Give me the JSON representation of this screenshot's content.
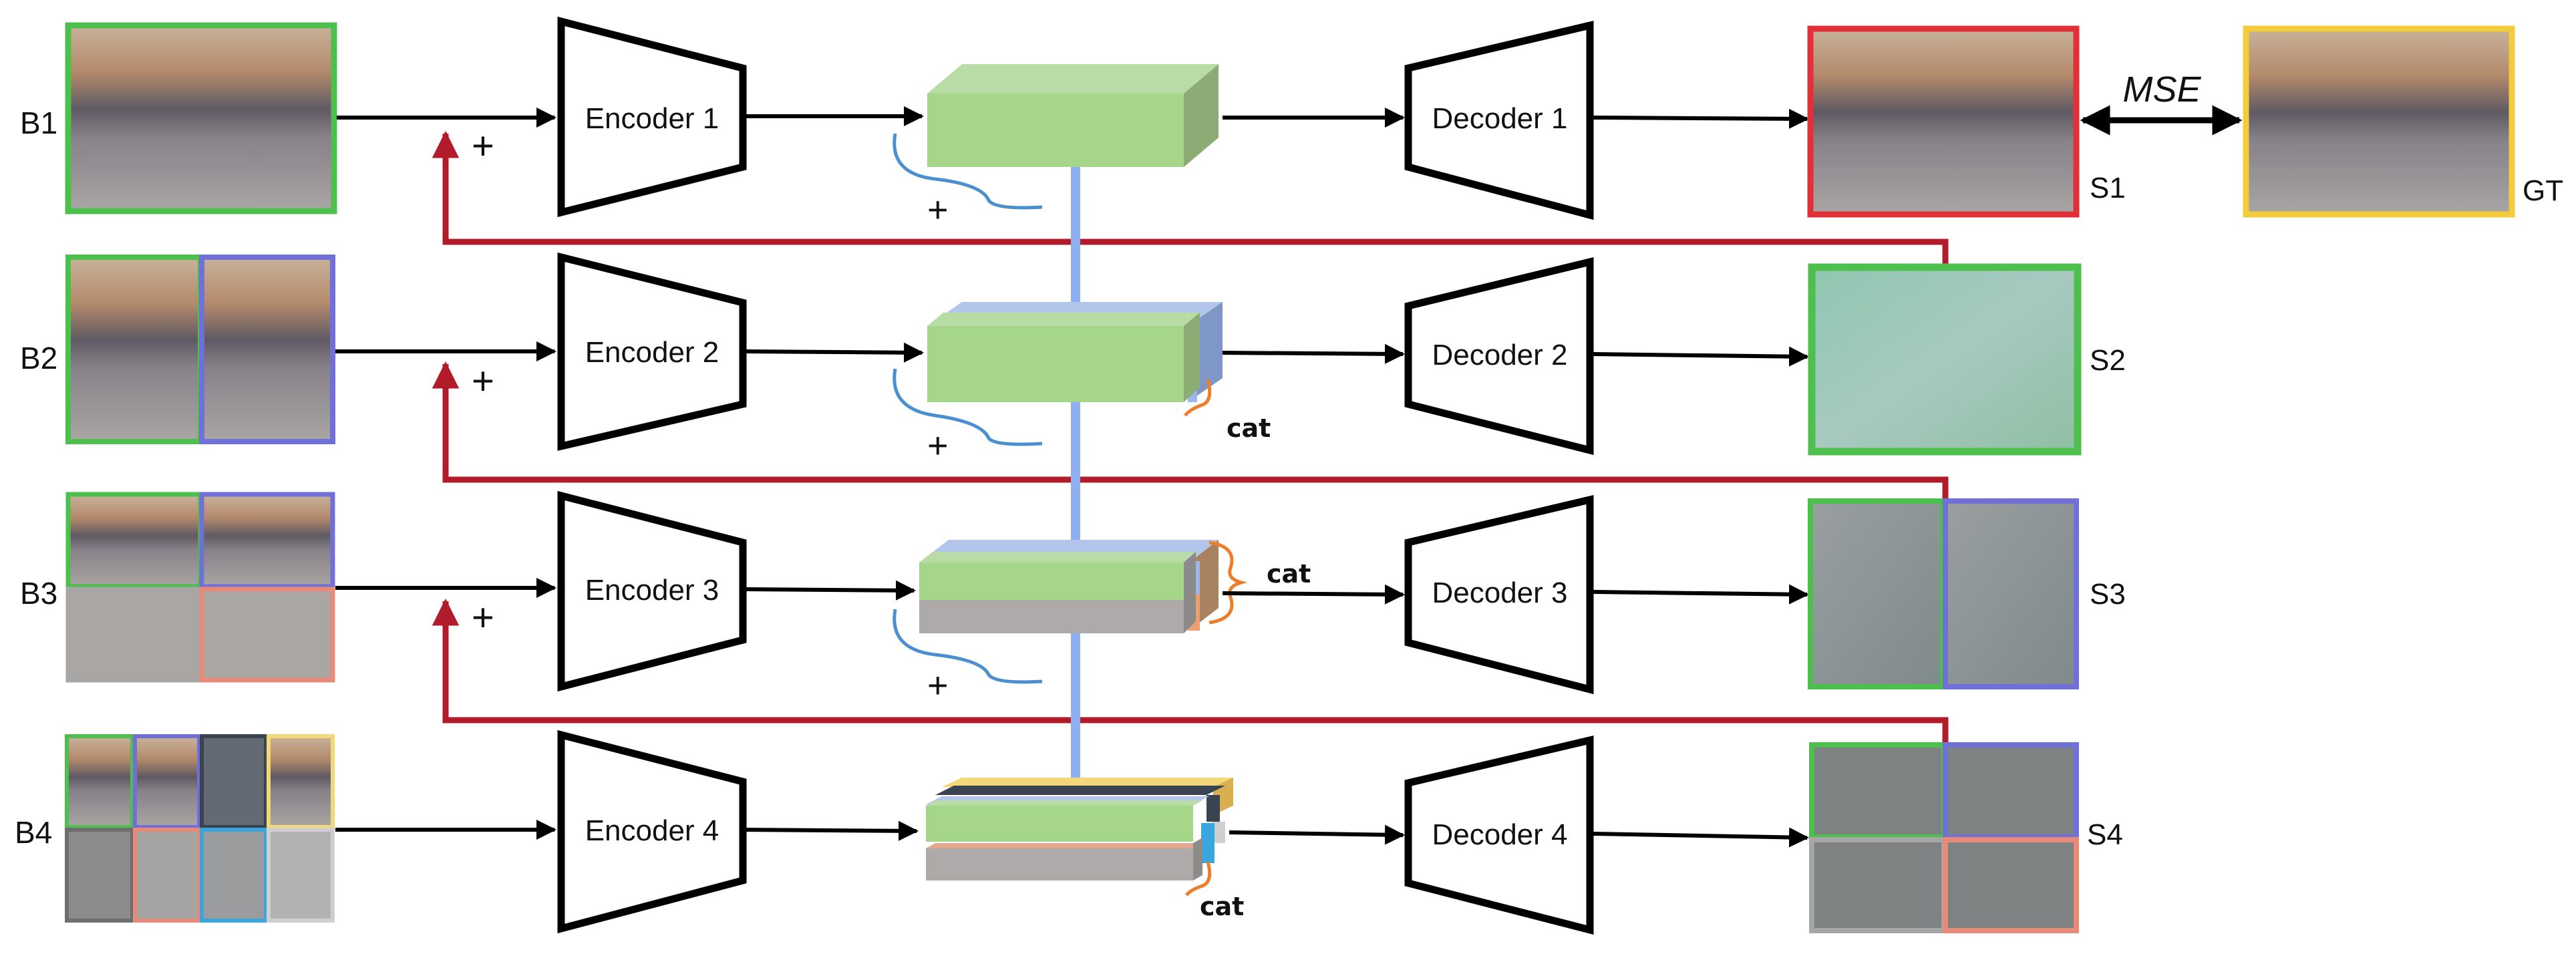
{
  "rows": [
    {
      "input_label": "B1",
      "encoder_label": "Encoder 1",
      "decoder_label": "Decoder 1",
      "output_label": "S1"
    },
    {
      "input_label": "B2",
      "encoder_label": "Encoder 2",
      "decoder_label": "Decoder 2",
      "output_label": "S2"
    },
    {
      "input_label": "B3",
      "encoder_label": "Encoder 3",
      "decoder_label": "Decoder 3",
      "output_label": "S3"
    },
    {
      "input_label": "B4",
      "encoder_label": "Encoder 4",
      "decoder_label": "Decoder 4",
      "output_label": "S4"
    }
  ],
  "plus_symbol": "+",
  "cat_label": "cat",
  "loss_label": "MSE",
  "gt_label": "GT",
  "colors": {
    "patch_green": "#4cbf4c",
    "patch_purple": "#7070d8",
    "patch_gray": "#a6a6a6",
    "patch_salmon": "#e88a78",
    "patch_dark": "#3a4350",
    "patch_yellow": "#f2d878",
    "patch_blue": "#39a6e0",
    "patch_light": "#cfcfcf",
    "output_red": "#e03038",
    "gt_yellow": "#f2cc3a",
    "skip_arrow": "#b21c2a",
    "up_arrow": "#8fb0f0",
    "feat_green": "#a6d68a",
    "feat_blue": "#9fb7e6",
    "feat_gray": "#aeaaaa",
    "feat_orange": "#eaa070",
    "brace_blue": "#4a8fd0",
    "brace_orange": "#ee7d2a"
  }
}
